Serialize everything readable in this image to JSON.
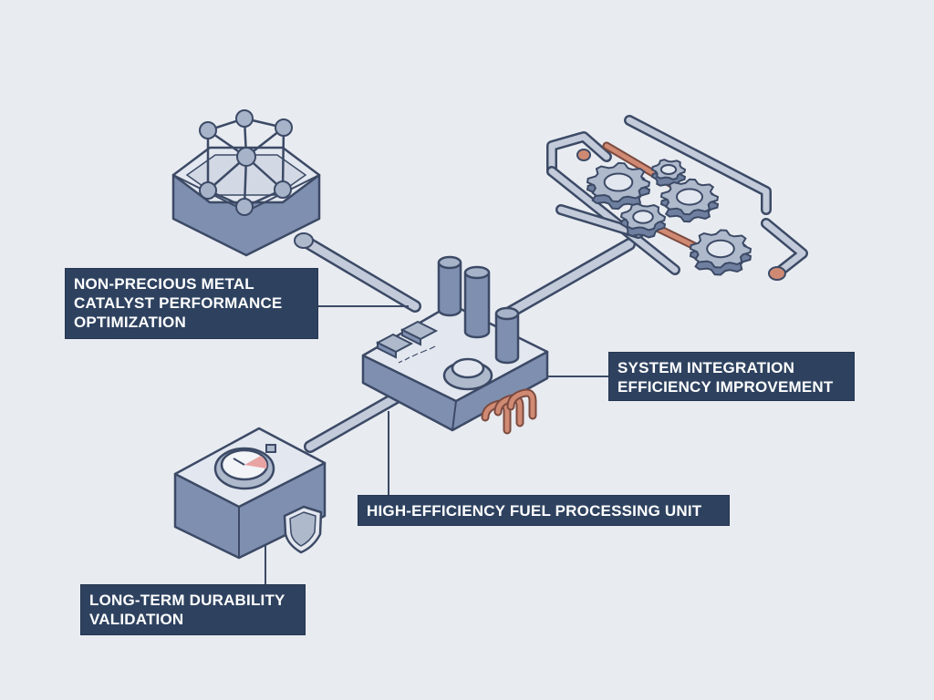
{
  "callouts": {
    "catalyst": [
      "NON-PRECIOUS METAL",
      "CATALYST PERFORMANCE",
      "OPTIMIZATION"
    ],
    "integration": [
      "SYSTEM INTEGRATION",
      "EFFICIENCY IMPROVEMENT"
    ],
    "fuel": [
      "HIGH-EFFICIENCY FUEL PROCESSING UNIT"
    ],
    "durability": [
      "LONG-TERM DURABILITY",
      "VALIDATION"
    ]
  },
  "colors": {
    "background": "#e8ebf0",
    "device_top": "#e3e7ef",
    "device_side": "#7f8fb0",
    "outline": "#3c4a66",
    "pipe": "#b8c2d4",
    "copper": "#d08a73",
    "label_bg": "#2e4260",
    "label_text": "#ffffff"
  },
  "icons": [
    "molecular-lattice-icon",
    "gear-icon",
    "gauge-icon",
    "shield-icon",
    "control-knob-icon"
  ]
}
